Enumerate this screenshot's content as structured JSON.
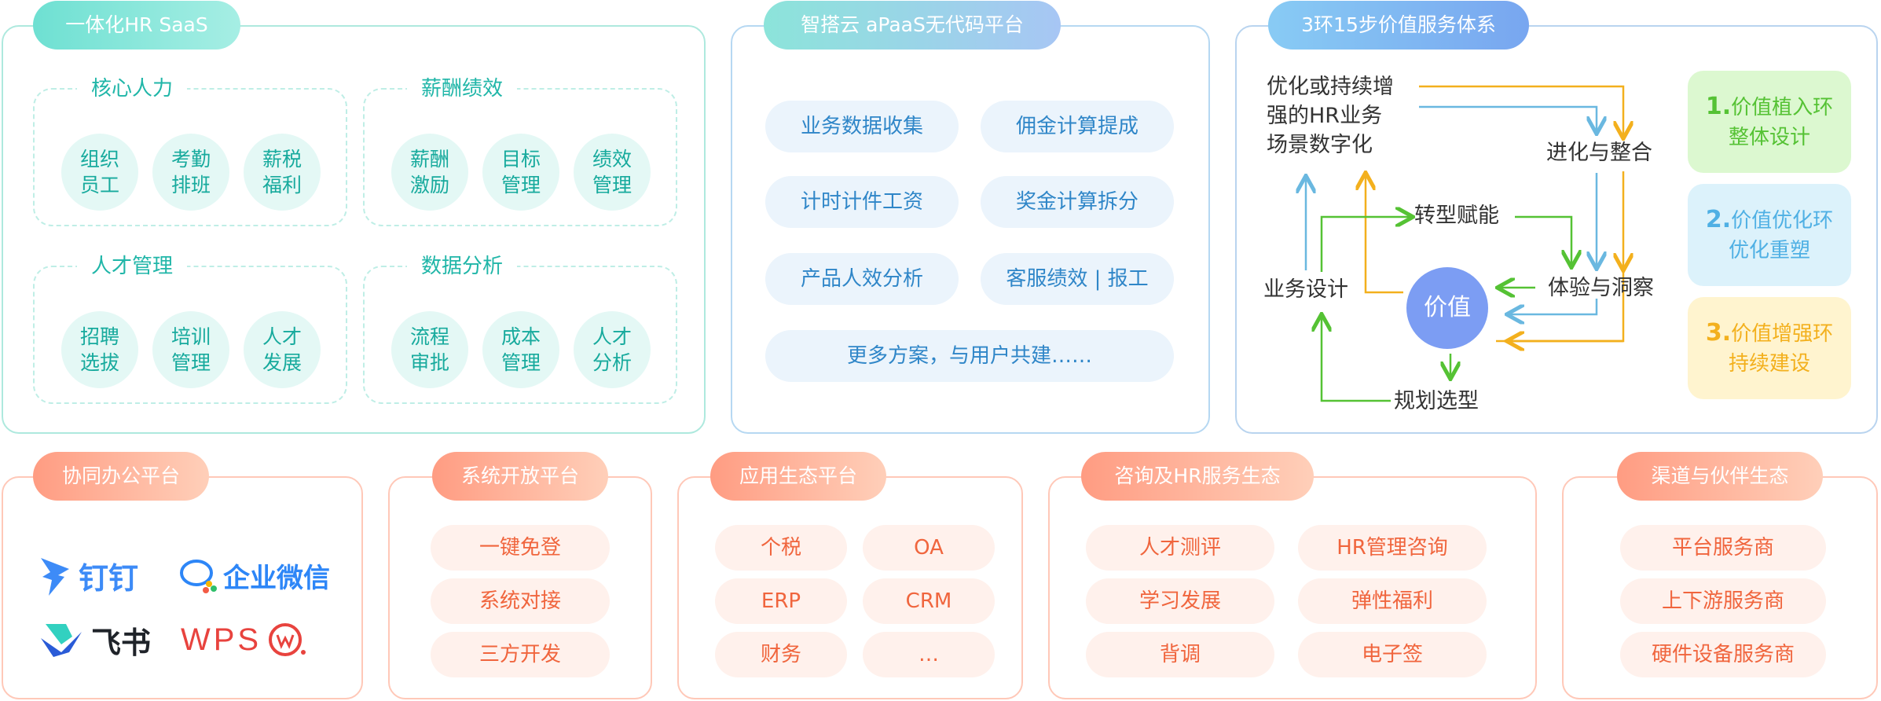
{
  "hr_saas": {
    "title": "一体化HR SaaS",
    "groups": [
      {
        "title": "核心人力",
        "items": [
          "组织员工",
          "考勤排班",
          "薪税福利"
        ]
      },
      {
        "title": "薪酬绩效",
        "items": [
          "薪酬激励",
          "目标管理",
          "绩效管理"
        ]
      },
      {
        "title": "人才管理",
        "items": [
          "招聘选拔",
          "培训管理",
          "人才发展"
        ]
      },
      {
        "title": "数据分析",
        "items": [
          "流程审批",
          "成本管理",
          "人才分析"
        ]
      }
    ]
  },
  "apaas": {
    "title": "智搭云 aPaaS无代码平台",
    "items": [
      "业务数据收集",
      "佣金计算提成",
      "计时计件工资",
      "奖金计算拆分",
      "产品人效分析",
      "客服绩效 | 报工"
    ],
    "more": "更多方案，与用户共建……"
  },
  "value_system": {
    "title": "3环15步价值服务体系",
    "nodes": {
      "top_line1": "优化或持续增",
      "top_line2": "强的HR业务",
      "top_line3": "场景数字化",
      "integrate": "进化与整合",
      "transform": "转型赋能",
      "design": "业务设计",
      "value": "价值",
      "insight": "体验与洞察",
      "select": "规划选型"
    },
    "rings": [
      {
        "num": "1.",
        "line1": "价值植入环",
        "line2": "整体设计"
      },
      {
        "num": "2.",
        "line1": "价值优化环",
        "line2": "优化重塑"
      },
      {
        "num": "3.",
        "line1": "价值增强环",
        "line2": "持续建设"
      }
    ]
  },
  "office": {
    "title": "协同办公平台",
    "logos": [
      "钉钉",
      "企业微信",
      "飞书",
      "WPS"
    ]
  },
  "open": {
    "title": "系统开放平台",
    "items": [
      "一键免登",
      "系统对接",
      "三方开发"
    ]
  },
  "ecosystem": {
    "title": "应用生态平台",
    "items": [
      "个税",
      "OA",
      "ERP",
      "CRM",
      "财务",
      "…"
    ]
  },
  "consulting": {
    "title": "咨询及HR服务生态",
    "items": [
      "人才测评",
      "HR管理咨询",
      "学习发展",
      "弹性福利",
      "背调",
      "电子签"
    ]
  },
  "channel": {
    "title": "渠道与伙伴生态",
    "items": [
      "平台服务商",
      "上下游服务商",
      "硬件设备服务商"
    ]
  },
  "colors": {
    "teal": "#20b6a8",
    "blue": "#2f86c8",
    "orange": "#f0653d",
    "green": "#55c234",
    "gold": "#f3b01d",
    "ring_blue": "#4fb0e4"
  }
}
